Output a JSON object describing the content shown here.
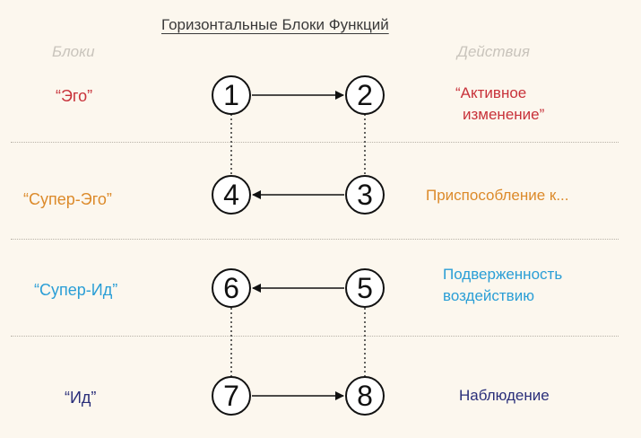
{
  "title": "Горизонтальные Блоки Функций",
  "headers": {
    "blocks": "Блоки",
    "actions": "Действия"
  },
  "labels": {
    "ego": "“Эго”",
    "superego": "“Супер-Эго”",
    "superid": "“Супер-Ид”",
    "id": "“Ид”"
  },
  "actions": {
    "active_line1": "“Активное",
    "active_line2": "изменение”",
    "adaptation": "Приспособление к...",
    "exposure_line1": "Подверженность",
    "exposure_line2": "воздействию",
    "observation": "Наблюдение"
  },
  "nodes": [
    "1",
    "2",
    "3",
    "4",
    "5",
    "6",
    "7",
    "8"
  ],
  "colors": {
    "ego": "#c8323a",
    "superego": "#dc8a2a",
    "superid": "#2a9ed6",
    "id": "#2a2f7a",
    "active": "#c8323a",
    "adaptation": "#dc8a2a",
    "exposure": "#2a9ed6",
    "observation": "#2a2f7a"
  }
}
